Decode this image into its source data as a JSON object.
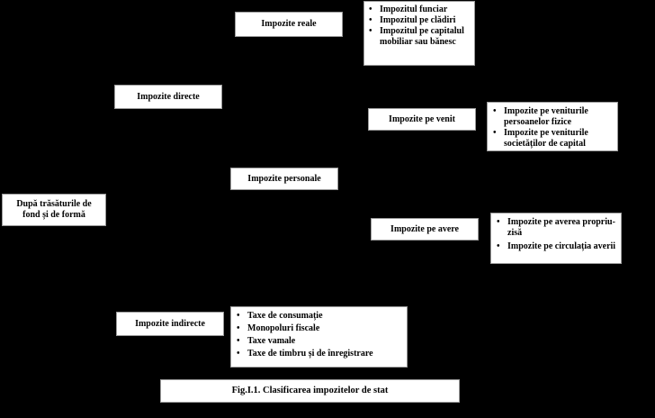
{
  "nodes": {
    "root": "După trăsăturile de fond și de formă",
    "impozite_directe": "Impozite directe",
    "impozite_reale": "Impozite reale",
    "impozite_personale": "Impozite personale",
    "impozite_pe_venit": "Impozite pe venit",
    "impozite_pe_avere": "Impozite pe avere",
    "impozite_indirecte": "Impozite indirecte"
  },
  "lists": {
    "reale": [
      "Impozitul funciar",
      "Impozitul pe clădiri",
      "Impozitul pe capitalul mobiliar sau bănesc"
    ],
    "venit": [
      "Impozite pe veniturile persoanelor fizice",
      "Impozite pe veniturile societăților de capital"
    ],
    "avere": [
      "Impozite pe averea propriu-zisă",
      "Impozite pe circulația averii"
    ],
    "indirecte": [
      "Taxe de consumație",
      "Monopoluri fiscale",
      "Taxe vamale",
      "Taxe de timbru și de înregistrare"
    ]
  },
  "caption": "Fig.I.1. Clasificarea impozitelor de stat",
  "colors": {
    "background": "#000000",
    "box": "#ffffff",
    "border": "#9a9a9a"
  }
}
